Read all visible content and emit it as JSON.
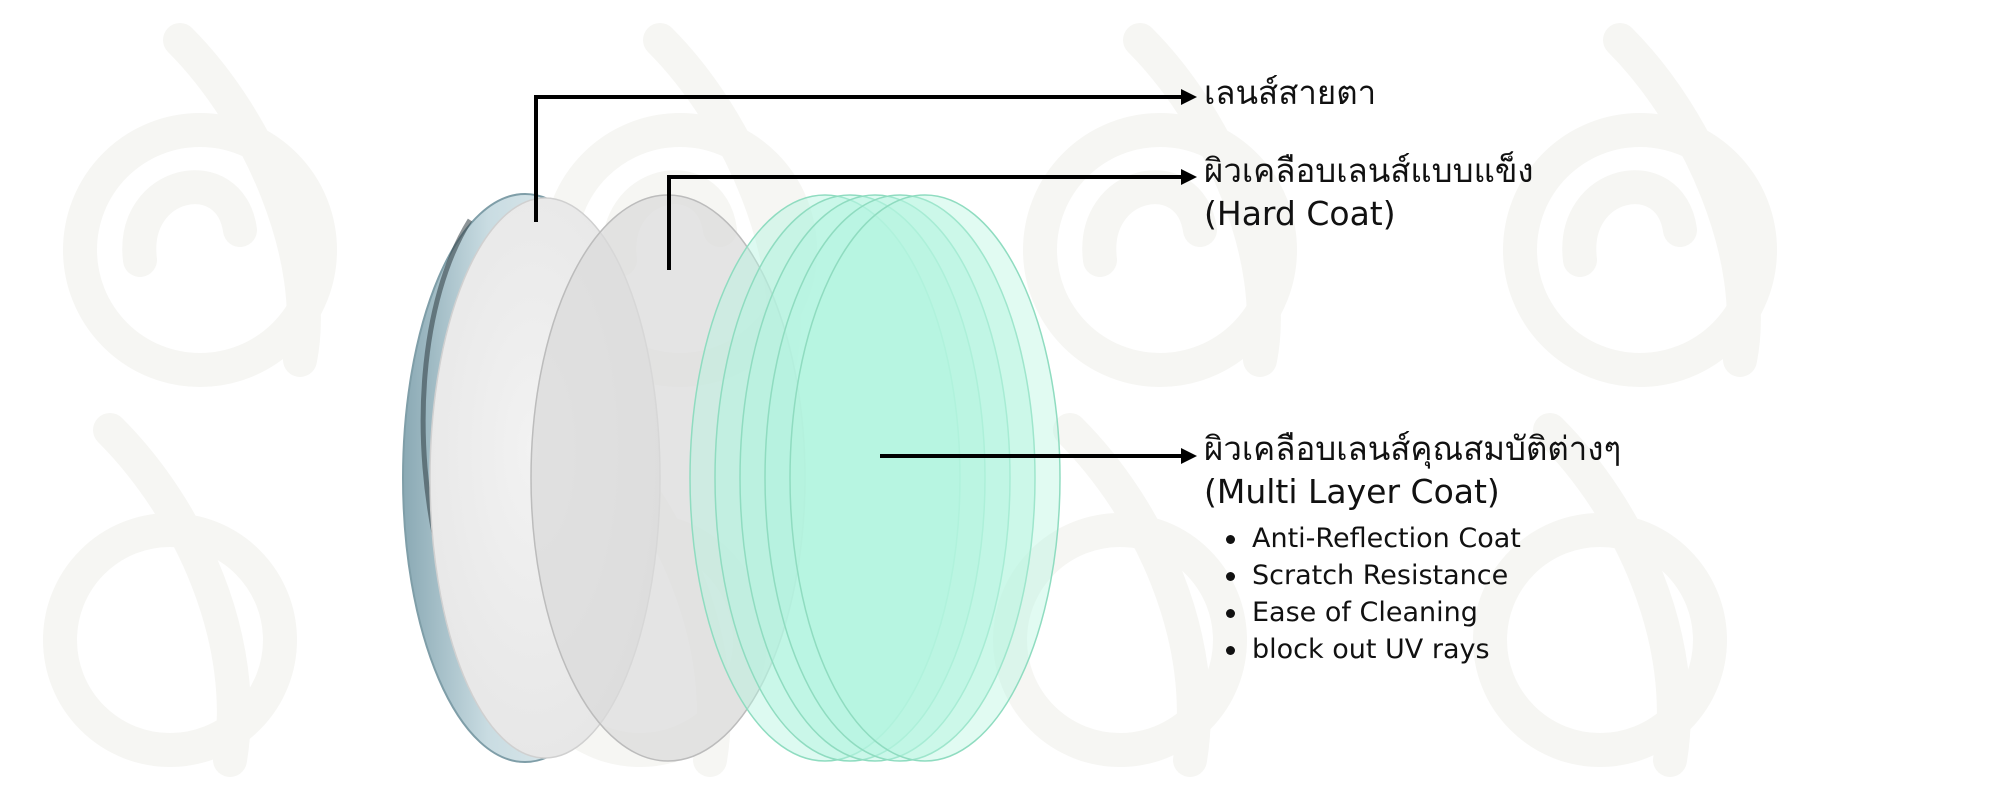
{
  "labels": {
    "lens": {
      "title": "เลนส์สายตา"
    },
    "hard_coat": {
      "title": "ผิวเคลือบเลนส์แบบแข็ง",
      "subtitle": "(Hard Coat)"
    },
    "multi_coat": {
      "title": "ผิวเคลือบเลนส์คุณสมบัติต่างๆ",
      "subtitle": "(Multi Layer Coat)",
      "features": [
        "Anti-Reflection Coat",
        "Scratch Resistance",
        "Ease of Cleaning",
        "block out UV rays"
      ]
    }
  },
  "colors": {
    "lens_edge": "#9fbcc6",
    "lens_face": "#ececec",
    "hard_coat": "#dcdcdc",
    "multi_coat": "#b3f5df",
    "multi_coat_stroke": "#8fdcc0",
    "leader_line": "#000000",
    "watermark": "#f7f7f5"
  }
}
